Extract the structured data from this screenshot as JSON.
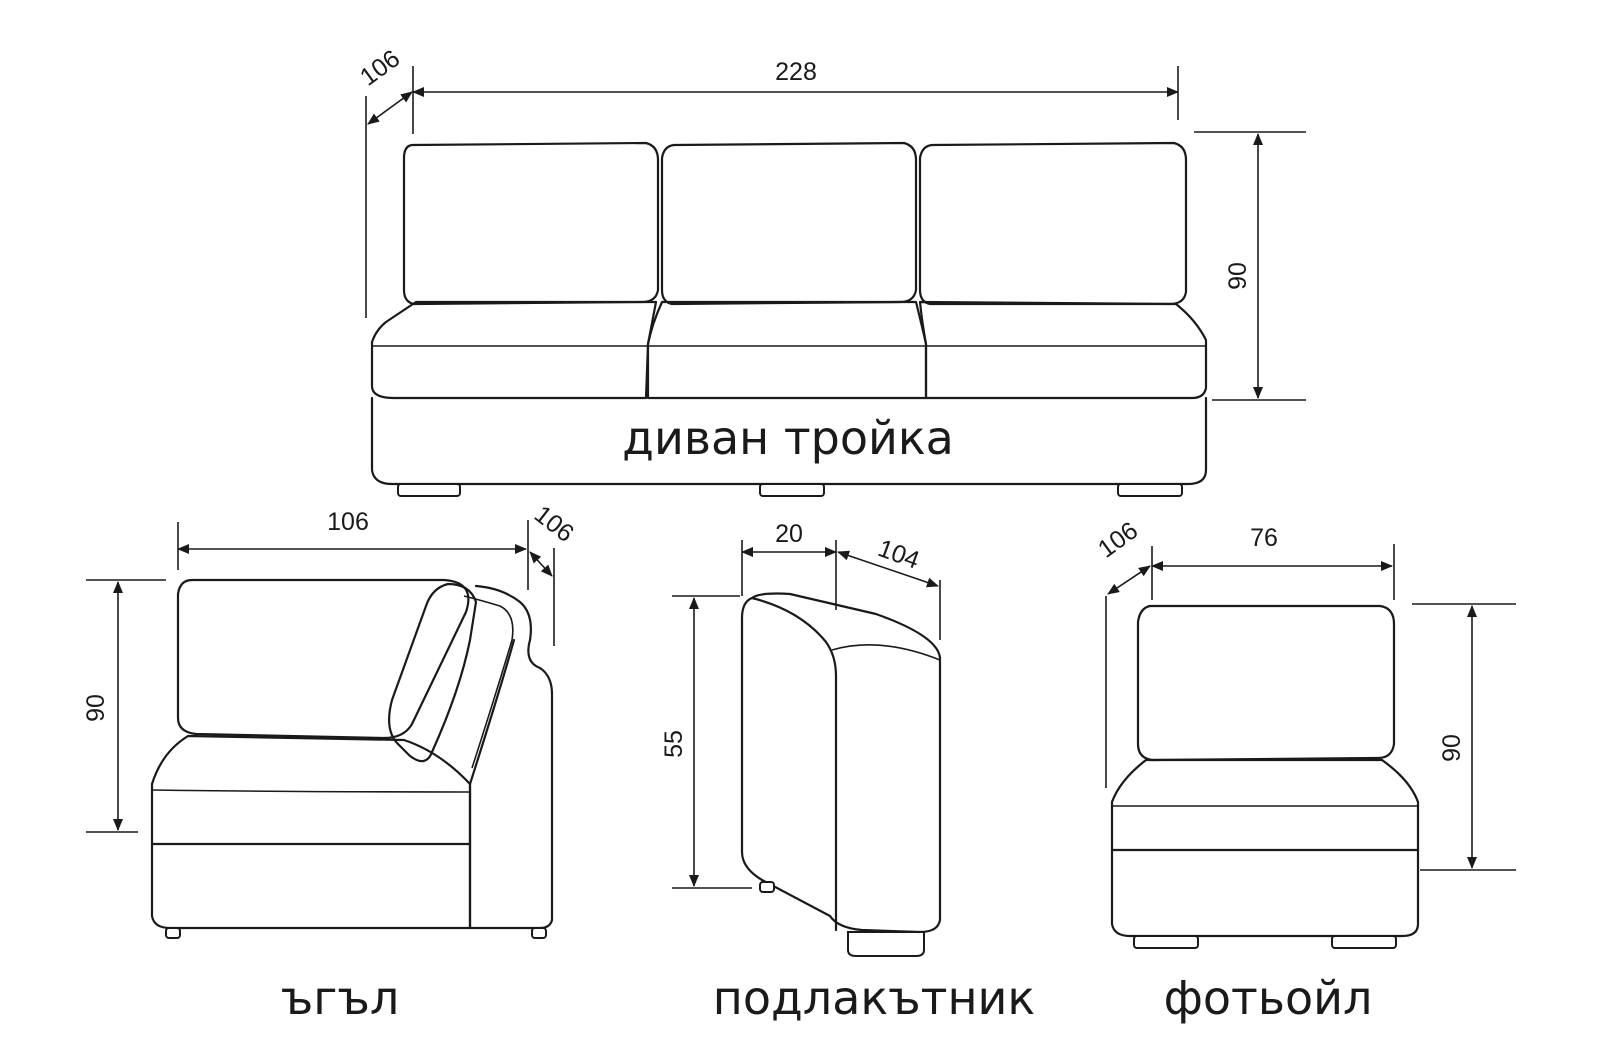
{
  "sofa": {
    "name": "диван тройка",
    "depth": "106",
    "width": "228",
    "height": "90"
  },
  "corner": {
    "name": "ъгъл",
    "width": "106",
    "depth": "106",
    "height": "90"
  },
  "armrest": {
    "name": "подлакътник",
    "width": "20",
    "depth": "104",
    "height": "55"
  },
  "armchair": {
    "name": "фотьойл",
    "depth": "106",
    "width": "76",
    "height": "90"
  }
}
